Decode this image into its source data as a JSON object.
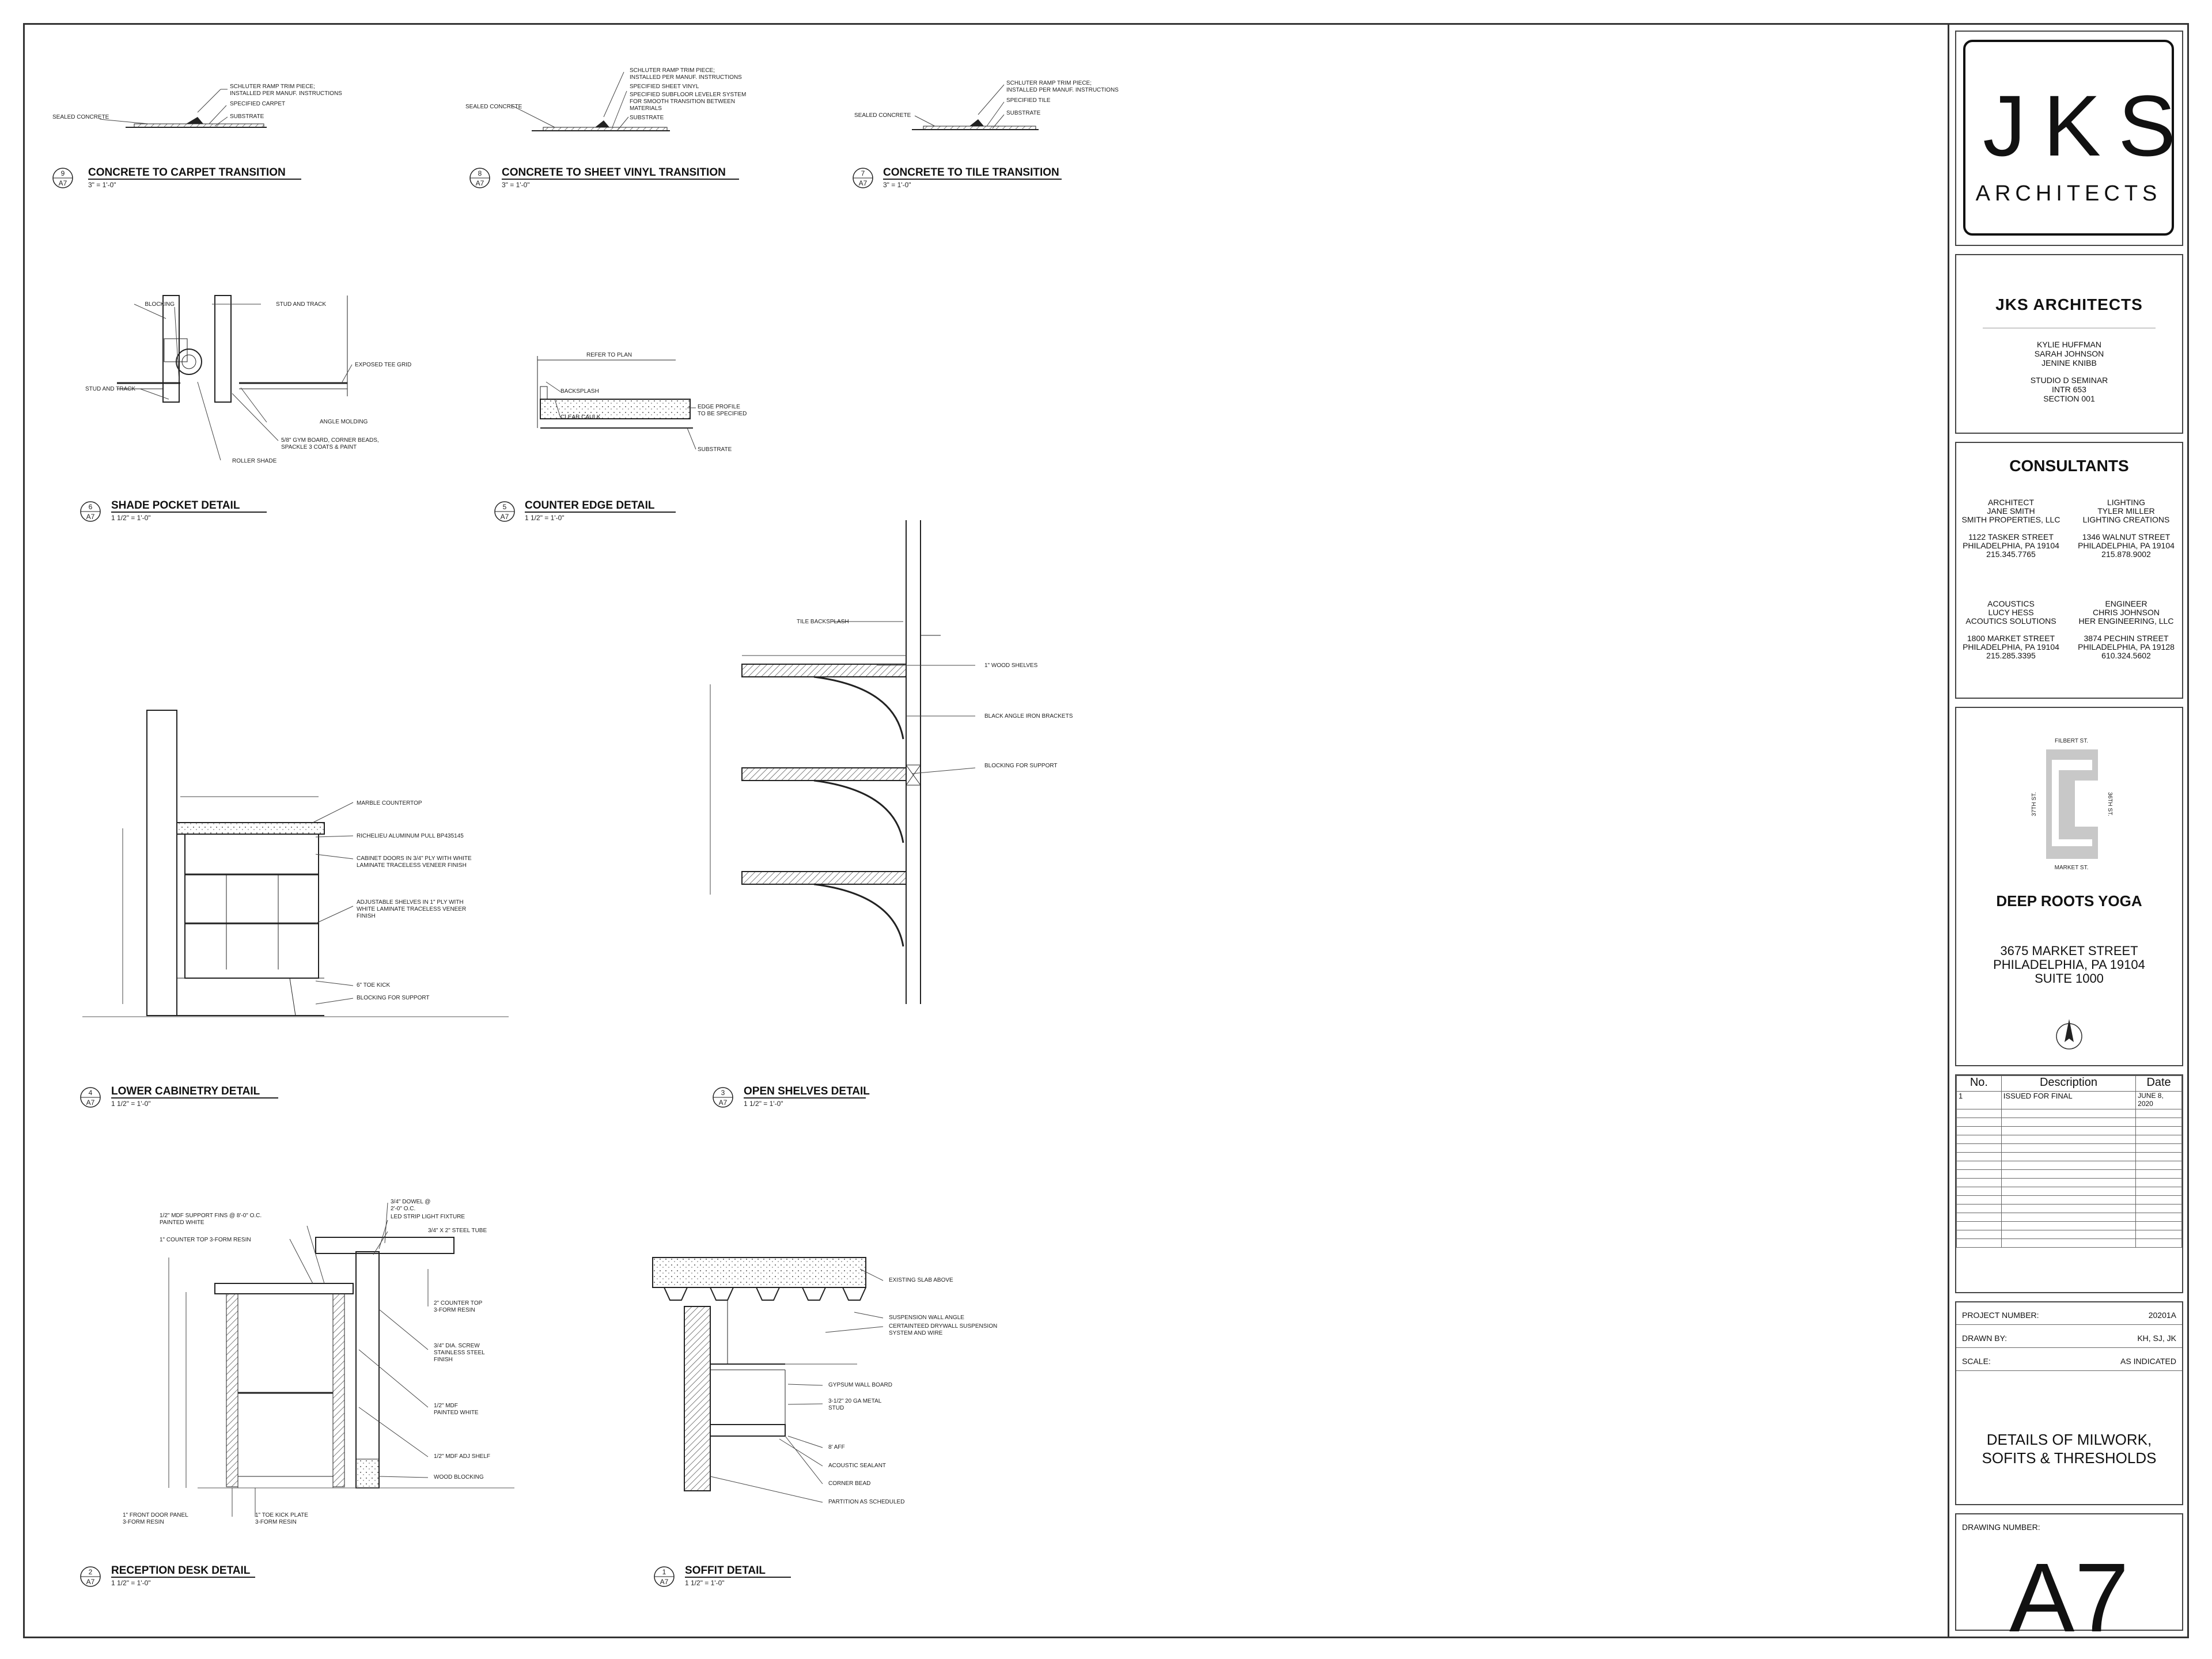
{
  "details": [
    {
      "num": "9",
      "sheet": "A7",
      "title": "CONCRETE TO CARPET TRANSITION",
      "scale": "3\" = 1'-0\"",
      "notes": [
        "SCHLUTER RAMP TRIM PIECE;",
        "INSTALLED PER MANUF. INSTRUCTIONS",
        "SPECIFIED CARPET",
        "SUBSTRATE",
        "SEALED CONCRETE"
      ]
    },
    {
      "num": "8",
      "sheet": "A7",
      "title": "CONCRETE TO SHEET VINYL TRANSITION",
      "scale": "3\" = 1'-0\"",
      "notes": [
        "SCHLUTER RAMP TRIM PIECE;",
        "INSTALLED PER MANUF. INSTRUCTIONS",
        "SPECIFIED SHEET VINYL",
        "SPECIFIED SUBFLOOR LEVELER SYSTEM",
        "FOR SMOOTH TRANSITION BETWEEN",
        "MATERIALS",
        "SUBSTRATE",
        "SEALED CONCRETE"
      ]
    },
    {
      "num": "7",
      "sheet": "A7",
      "title": "CONCRETE TO TILE TRANSITION",
      "scale": "3\" = 1'-0\"",
      "notes": [
        "SCHLUTER RAMP TRIM PIECE;",
        "INSTALLED PER MANUF. INSTRUCTIONS",
        "SPECIFIED TILE",
        "SUBSTRATE",
        "SEALED CONCRETE"
      ]
    },
    {
      "num": "6",
      "sheet": "A7",
      "title": "SHADE POCKET DETAIL",
      "scale": "1 1/2\" = 1'-0\"",
      "notes": [
        "BLOCKING",
        "STUD AND TRACK",
        "EXPOSED TEE GRID",
        "STUD AND TRACK",
        "ANGLE MOLDING",
        "5/8\" GYM BOARD, CORNER BEADS,",
        "SPACKLE 3 COATS & PAINT",
        "ROLLER SHADE"
      ]
    },
    {
      "num": "5",
      "sheet": "A7",
      "title": "COUNTER EDGE DETAIL",
      "scale": "1 1/2\" = 1'-0\"",
      "notes": [
        "REFER TO PLAN",
        "BACKSPLASH",
        "CLEAR CAULK",
        "EDGE PROFILE",
        "TO BE SPECIFIED",
        "SUBSTRATE"
      ]
    },
    {
      "num": "4",
      "sheet": "A7",
      "title": "LOWER CABINETRY DETAIL",
      "scale": "1 1/2\" = 1'-0\"",
      "notes": [
        "MARBLE COUNTERTOP",
        "RICHELIEU ALUMINUM PULL BP435145",
        "CABINET DOORS IN 3/4\" PLY WITH WHITE",
        "LAMINATE TRACELESS VENEER FINISH",
        "ADJUSTABLE SHELVES IN 1\" PLY WITH",
        "WHITE LAMINATE TRACELESS VENEER",
        "FINISH",
        "6\" TOE KICK",
        "BLOCKING FOR SUPPORT"
      ]
    },
    {
      "num": "3",
      "sheet": "A7",
      "title": "OPEN SHELVES DETAIL",
      "scale": "1 1/2\" = 1'-0\"",
      "notes": [
        "TILE BACKSPLASH",
        "1\" WOOD SHELVES",
        "BLACK ANGLE IRON BRACKETS",
        "BLOCKING FOR SUPPORT"
      ]
    },
    {
      "num": "2",
      "sheet": "A7",
      "title": "RECEPTION DESK DETAIL",
      "scale": "1 1/2\" = 1'-0\"",
      "notes": [
        "1/2\" MDF SUPPORT FINS @ 8'-0\" O.C.",
        "PAINTED WHITE",
        "1\" COUNTER TOP 3-FORM RESIN",
        "3/4\" DOWEL @",
        "2'-0\" O.C.",
        "LED STRIP LIGHT FIXTURE",
        "3/4\" X 2\" STEEL TUBE",
        "2\" COUNTER TOP",
        "3-FORM RESIN",
        "3/4\" DIA. SCREW",
        "STAINLESS STEEL",
        "FINISH",
        "1/2\" MDF",
        "PAINTED WHITE",
        "1/2\" MDF ADJ SHELF",
        "WOOD BLOCKING",
        "1\" FRONT DOOR PANEL",
        "3-FORM RESIN",
        "1\" TOE KICK PLATE",
        "3-FORM RESIN"
      ]
    },
    {
      "num": "1",
      "sheet": "A7",
      "title": "SOFFIT DETAIL",
      "scale": "1 1/2\" = 1'-0\"",
      "notes": [
        "EXISTING SLAB ABOVE",
        "SUSPENSION WALL ANGLE",
        "CERTAINTEED DRYWALL SUSPENSION",
        "SYSTEM AND WIRE",
        "GYPSUM WALL BOARD",
        "3-1/2\" 20 GA METAL",
        "STUD",
        "8' AFF",
        "ACOUSTIC SEALANT",
        "CORNER BEAD",
        "PARTITION AS SCHEDULED"
      ]
    }
  ],
  "titleblock": {
    "logo": {
      "big": "JKS",
      "small": "ARCHITECTS"
    },
    "firm": {
      "name": "JKS ARCHITECTS",
      "people": [
        "KYLIE HUFFMAN",
        "SARAH JOHNSON",
        "JENINE KNIBB"
      ],
      "course": [
        "STUDIO D SEMINAR",
        "INTR 653",
        "SECTION 001"
      ]
    },
    "consultants": {
      "title": "CONSULTANTS",
      "list": [
        {
          "role": "ARCHITECT",
          "name": "JANE SMITH",
          "company": "SMITH PROPERTIES, LLC",
          "street": "1122 TASKER STREET",
          "city": "PHILADELPHIA, PA 19104",
          "phone": "215.345.7765"
        },
        {
          "role": "LIGHTING",
          "name": "TYLER MILLER",
          "company": "LIGHTING CREATIONS",
          "street": "1346 WALNUT STREET",
          "city": "PHILADELPHIA, PA 19104",
          "phone": "215.878.9002"
        },
        {
          "role": "ACOUSTICS",
          "name": "LUCY HESS",
          "company": "ACOUTICS SOLUTIONS",
          "street": "1800 MARKET STREET",
          "city": "PHILADELPHIA, PA 19104",
          "phone": "215.285.3395"
        },
        {
          "role": "ENGINEER",
          "name": "CHRIS JOHNSON",
          "company": "HER ENGINEERING, LLC",
          "street": "3874 PECHIN STREET",
          "city": "PHILADELPHIA, PA 19128",
          "phone": "610.324.5602"
        }
      ]
    },
    "site": {
      "north": "FILBERT ST.",
      "south": "MARKET ST.",
      "west": "37TH ST.",
      "east": "36TH ST."
    },
    "project": {
      "name": "DEEP ROOTS YOGA",
      "address": [
        "3675 MARKET STREET",
        "PHILADELPHIA, PA 19104",
        "SUITE 1000"
      ]
    },
    "revisions": {
      "headers": [
        "No.",
        "Description",
        "Date"
      ],
      "rows": [
        {
          "no": "1",
          "desc": "ISSUED FOR FINAL",
          "date": "JUNE 8, 2020"
        }
      ]
    },
    "info": [
      {
        "k": "PROJECT NUMBER:",
        "v": "20201A"
      },
      {
        "k": "DRAWN BY:",
        "v": "KH, SJ, JK"
      },
      {
        "k": "SCALE:",
        "v": "AS INDICATED"
      }
    ],
    "sheet_title": [
      "DETAILS OF MILWORK,",
      "SOFITS & THRESHOLDS"
    ],
    "drawing_number": {
      "label": "DRAWING NUMBER:",
      "value": "A7"
    }
  }
}
